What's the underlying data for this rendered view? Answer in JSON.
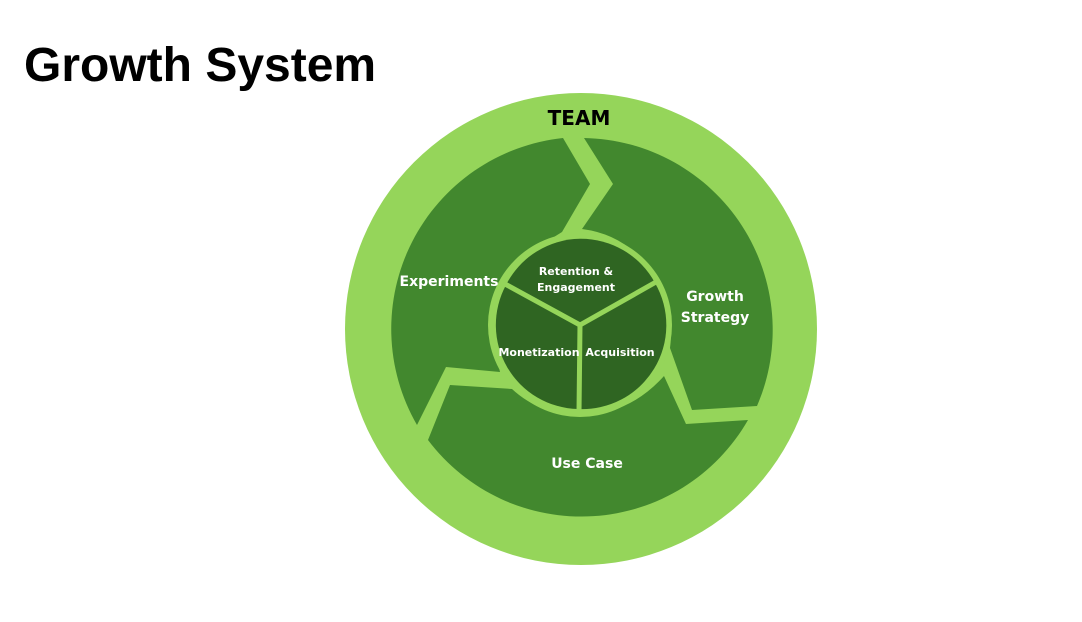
{
  "title": "Growth System",
  "diagram": {
    "outer_ring_label": "TEAM",
    "segments": [
      {
        "label_lines": [
          "Experiments"
        ]
      },
      {
        "label_lines": [
          "Growth",
          "Strategy"
        ]
      },
      {
        "label_lines": [
          "Use Case"
        ]
      }
    ],
    "core": [
      {
        "label_lines": [
          "Retention &",
          "Engagement"
        ]
      },
      {
        "label_lines": [
          "Monetization"
        ]
      },
      {
        "label_lines": [
          "Acquisition"
        ]
      }
    ]
  },
  "colors": {
    "ring_light_green": "#95d55a",
    "segment_green": "#42882e",
    "core_dark_green": "#2f6522",
    "text_white": "#ffffff",
    "title_black": "#000000"
  }
}
